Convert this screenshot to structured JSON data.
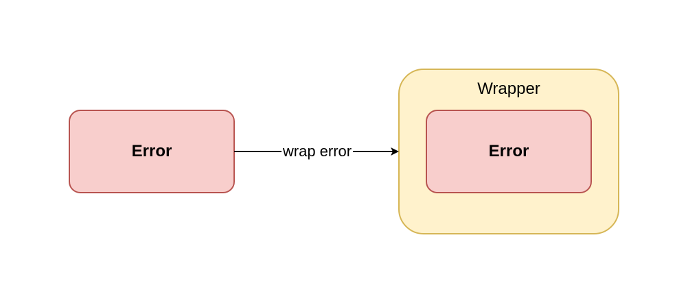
{
  "diagram": {
    "nodes": {
      "source_error": {
        "label": "Error"
      },
      "wrapper": {
        "label": "Wrapper"
      },
      "wrapped_error": {
        "label": "Error"
      }
    },
    "edges": {
      "wrap": {
        "label": "wrap error"
      }
    },
    "colors": {
      "error_fill": "#f8cecc",
      "error_stroke": "#b85450",
      "wrapper_fill": "#fff2cc",
      "wrapper_stroke": "#d6b656",
      "edge_stroke": "#000000"
    }
  }
}
